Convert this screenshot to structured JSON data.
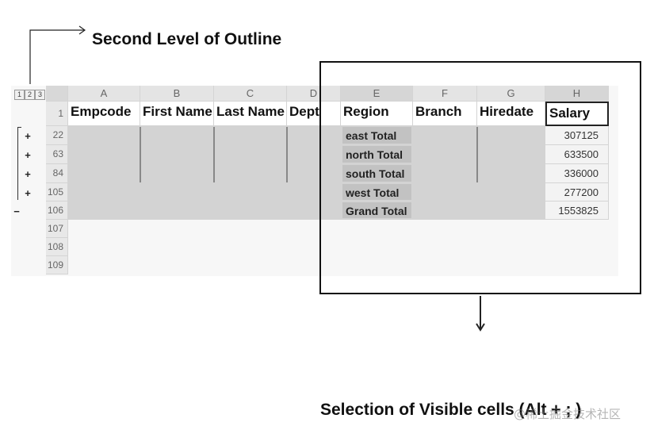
{
  "annotations": {
    "top_label": "Second Level of Outline",
    "bottom_label": "Selection of Visible cells (Alt + ; )",
    "watermark": "@稀土掘金技术社区"
  },
  "outline": {
    "level_buttons": [
      "1",
      "2",
      "3"
    ],
    "row_toggles": [
      "+",
      "+",
      "+",
      "+",
      "−"
    ]
  },
  "columns": [
    "A",
    "B",
    "C",
    "D",
    "E",
    "F",
    "G",
    "H"
  ],
  "header_row": {
    "row_number": "1",
    "cells": [
      "Empcode",
      "First Name",
      "Last Name",
      "Dept",
      "Region",
      "Branch",
      "Hiredate",
      "Salary"
    ]
  },
  "rows": [
    {
      "row_number": "22",
      "region": "east Total",
      "salary": "307125"
    },
    {
      "row_number": "63",
      "region": "north Total",
      "salary": "633500"
    },
    {
      "row_number": "84",
      "region": "south Total",
      "salary": "336000"
    },
    {
      "row_number": "105",
      "region": "west Total",
      "salary": "277200"
    },
    {
      "row_number": "106",
      "region": "Grand Total",
      "salary": "1553825"
    }
  ],
  "empty_rows": [
    "107",
    "108",
    "109"
  ],
  "colors": {
    "data_fill": "#d3d3d3",
    "region_fill": "#c2c2c2",
    "selection_border": "#111111"
  }
}
